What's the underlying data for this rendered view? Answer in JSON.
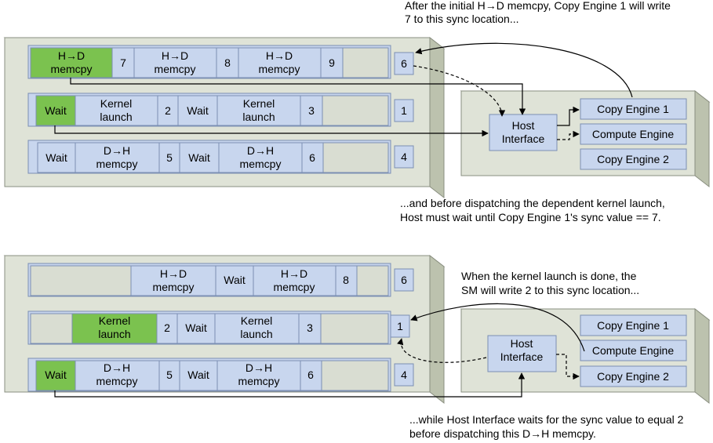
{
  "colors": {
    "panel_fill": "#dfe3d7",
    "panel_side": "#bcc2ae",
    "op_fill": "#c8d6ee",
    "op_stroke": "#7b8fb3",
    "active_fill": "#7bc24f",
    "empty_fill": "#d9ddd2",
    "arrow": "#000000"
  },
  "top": {
    "streams": [
      {
        "cells": [
          {
            "text": "H→D memcpy",
            "state": "active"
          },
          {
            "text": "7"
          },
          {
            "text": "H→D memcpy"
          },
          {
            "text": "8"
          },
          {
            "text": "H→D memcpy"
          },
          {
            "text": "9"
          },
          {
            "text": "",
            "state": "empty"
          }
        ],
        "sync": "6"
      },
      {
        "cells": [
          {
            "text": "Wait",
            "state": "active"
          },
          {
            "text": "Kernel launch"
          },
          {
            "text": "2"
          },
          {
            "text": "Wait"
          },
          {
            "text": "Kernel launch"
          },
          {
            "text": "3"
          },
          {
            "text": "",
            "state": "empty"
          }
        ],
        "sync": "1"
      },
      {
        "cells": [
          {
            "text": "Wait"
          },
          {
            "text": "D→H memcpy"
          },
          {
            "text": "5"
          },
          {
            "text": "Wait"
          },
          {
            "text": "D→H memcpy"
          },
          {
            "text": "6"
          },
          {
            "text": "",
            "state": "empty"
          }
        ],
        "sync": "4"
      }
    ],
    "host_interface": "Host Interface",
    "engines": [
      "Copy Engine 1",
      "Compute Engine",
      "Copy Engine 2"
    ],
    "annotation_top": "After the initial H→D memcpy, Copy Engine 1 will write 7 to this sync location...",
    "annotation_bottom": "...and before dispatching the dependent kernel launch, Host must wait until Copy Engine 1's sync value == 7."
  },
  "bottom": {
    "streams": [
      {
        "cells": [
          {
            "text": "",
            "state": "empty"
          },
          {
            "text": "H→D memcpy"
          },
          {
            "text": "Wait"
          },
          {
            "text": "H→D memcpy"
          },
          {
            "text": "8"
          },
          {
            "text": "",
            "state": "empty"
          }
        ],
        "sync": "6"
      },
      {
        "cells": [
          {
            "text": "",
            "state": "empty"
          },
          {
            "text": "Kernel launch",
            "state": "active"
          },
          {
            "text": "2"
          },
          {
            "text": "Wait"
          },
          {
            "text": "Kernel launch"
          },
          {
            "text": "3"
          },
          {
            "text": "",
            "state": "empty"
          }
        ],
        "sync": "1"
      },
      {
        "cells": [
          {
            "text": "Wait",
            "state": "active"
          },
          {
            "text": "D→H memcpy"
          },
          {
            "text": "5"
          },
          {
            "text": "Wait"
          },
          {
            "text": "D→H memcpy"
          },
          {
            "text": "6"
          },
          {
            "text": "",
            "state": "empty"
          }
        ],
        "sync": "4"
      }
    ],
    "host_interface": "Host Interface",
    "engines": [
      "Copy Engine 1",
      "Compute Engine",
      "Copy Engine 2"
    ],
    "annotation_top": "When the kernel launch is done, the SM will write 2 to this sync location...",
    "annotation_bottom": "...while Host Interface waits for the sync value to equal 2 before dispatching this  D→H memcpy."
  }
}
